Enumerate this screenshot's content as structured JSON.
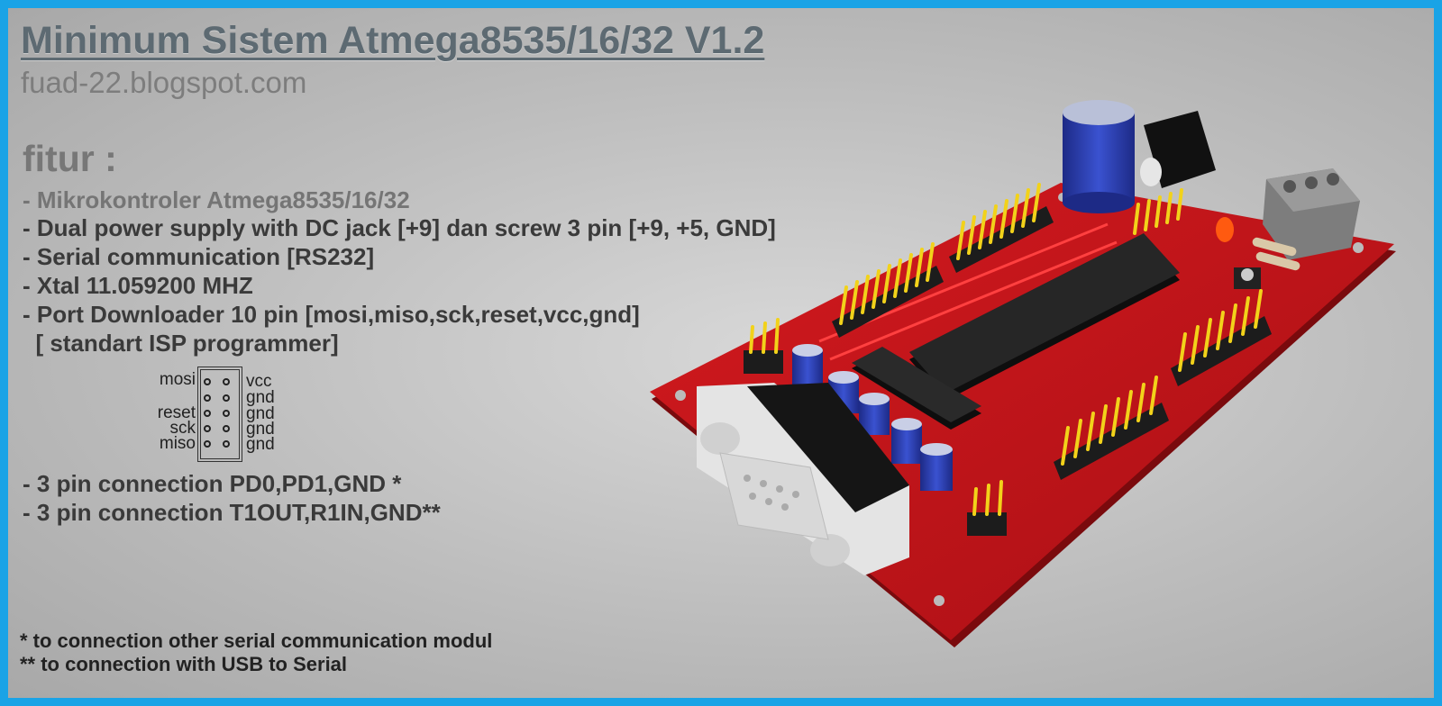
{
  "title": "Minimum Sistem Atmega8535/16/32 V1.2",
  "site": "fuad-22.blogspot.com",
  "fitur_heading": "fitur :",
  "features": [
    "- Mikrokontroler Atmega8535/16/32",
    "- Dual power supply with DC jack [+9] dan screw 3 pin [+9, +5, GND]",
    "- Serial communication [RS232]",
    "- Xtal 11.059200 MHZ",
    "- Port Downloader 10 pin [mosi,miso,sck,reset,vcc,gnd]",
    "  [ standart ISP programmer]"
  ],
  "isp_left": [
    "mosi",
    "",
    "reset",
    "sck",
    "miso"
  ],
  "isp_right": [
    "vcc",
    "gnd",
    "gnd",
    "gnd",
    "gnd"
  ],
  "connections": [
    "- 3 pin connection PD0,PD1,GND *",
    "- 3 pin connection T1OUT,R1IN,GND**"
  ],
  "notes": [
    "*  to connection other serial communication modul",
    "** to connection with USB to Serial"
  ],
  "colors": {
    "border": "#1aa3e6",
    "pcb": "#c8141a",
    "pin": "#f2d21a",
    "chip": "#1a1a1a",
    "capacitor": "#2a3aa0"
  }
}
